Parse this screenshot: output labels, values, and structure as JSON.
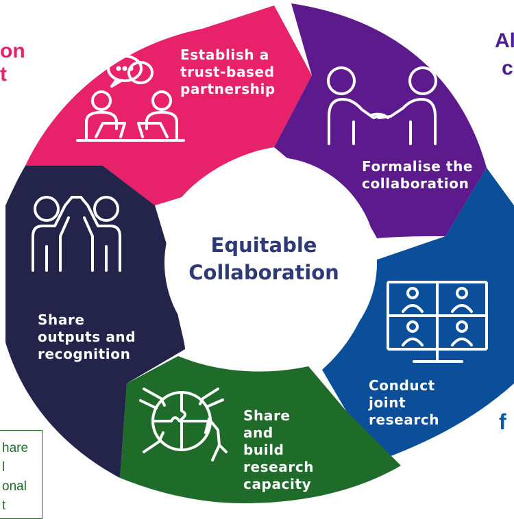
{
  "diagram": {
    "center_title": [
      "Equitable",
      "Collaboration"
    ],
    "segments": [
      {
        "id": "establish",
        "lines": [
          "Establish a",
          "trust-based",
          "partnership"
        ],
        "color": "#e8216b",
        "icon": "meeting-chat-icon"
      },
      {
        "id": "formalise",
        "lines": [
          "Formalise the",
          "collaboration"
        ],
        "color": "#5d1a8c",
        "icon": "handshake-icon"
      },
      {
        "id": "conduct",
        "lines": [
          "Conduct",
          "joint",
          "research"
        ],
        "color": "#0b4f9a",
        "icon": "video-call-icon"
      },
      {
        "id": "build",
        "lines": [
          "Share",
          "and",
          "build",
          "research",
          "capacity"
        ],
        "color": "#1f6b2a",
        "icon": "puzzle-hands-icon"
      },
      {
        "id": "outputs",
        "lines": [
          "Share",
          "outputs and",
          "recognition"
        ],
        "color": "#24234a",
        "icon": "high-five-icon"
      }
    ],
    "edge_fragments": {
      "top_left": [
        "on",
        "t"
      ],
      "top_right": [
        "Al",
        "c"
      ],
      "right": [
        "f"
      ],
      "note_box": [
        "hare",
        "l",
        "onal",
        "t"
      ]
    },
    "colors": {
      "center_text": "#2e3a78",
      "pink": "#e8216b",
      "purple": "#4b1f8e",
      "blue": "#0b5ca8",
      "green": "#1f6b2a"
    }
  }
}
